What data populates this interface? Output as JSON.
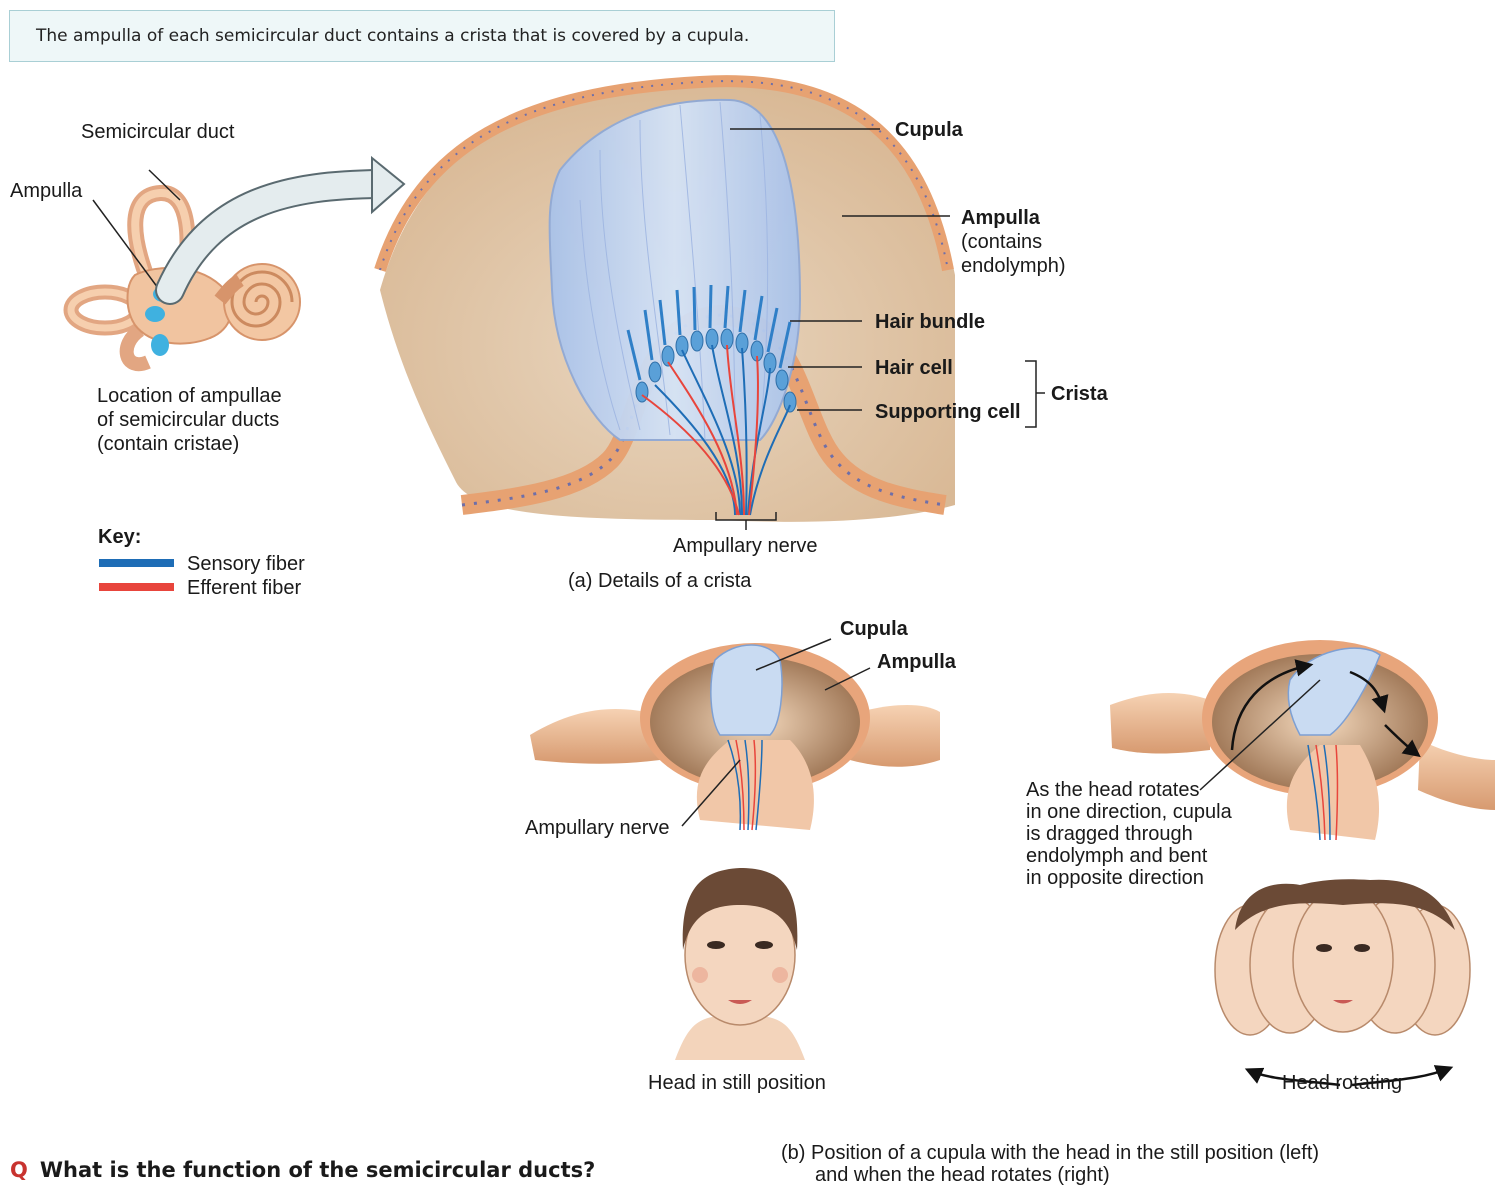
{
  "banner": "The ampulla of each semicircular duct contains a crista that is covered by a cupula.",
  "inset": {
    "semicircular_duct": "Semicircular duct",
    "ampulla": "Ampulla",
    "caption_lines": [
      "Location of ampullae",
      "of semicircular ducts",
      "(contain cristae)"
    ]
  },
  "key": {
    "title": "Key:",
    "items": [
      {
        "label": "Sensory fiber",
        "color": "#1e6db6"
      },
      {
        "label": "Efferent fiber",
        "color": "#e8453c"
      }
    ]
  },
  "panel_a": {
    "labels": {
      "cupula": "Cupula",
      "ampulla": "Ampulla",
      "ampulla_note_lines": [
        "(contains",
        "endolymph)"
      ],
      "hair_bundle": "Hair bundle",
      "hair_cell": "Hair cell",
      "supporting_cell": "Supporting cell",
      "crista": "Crista",
      "ampullary_nerve": "Ampullary nerve"
    },
    "caption": "(a) Details of a crista"
  },
  "panel_b": {
    "still": {
      "cupula": "Cupula",
      "ampulla": "Ampulla",
      "ampullary_nerve": "Ampullary nerve",
      "head_caption": "Head in still position"
    },
    "rotating": {
      "note_lines": [
        "As the head rotates",
        "in one direction, cupula",
        "is dragged through",
        "endolymph and bent",
        "in opposite direction"
      ],
      "head_caption": "Head rotating"
    },
    "caption_lines": [
      "(b) Position of a cupula with the head in the still position (left)",
      "and when the head rotates (right)"
    ]
  },
  "question": {
    "marker": "Q",
    "text": "What is the function of the semicircular ducts?"
  },
  "colors": {
    "sensory": "#1e6db6",
    "efferent": "#e8453c",
    "tissue": "#f2c9a8",
    "epithelium": "#e7a272",
    "cupula": "#bdd3ef",
    "question_marker": "#c8332f"
  }
}
